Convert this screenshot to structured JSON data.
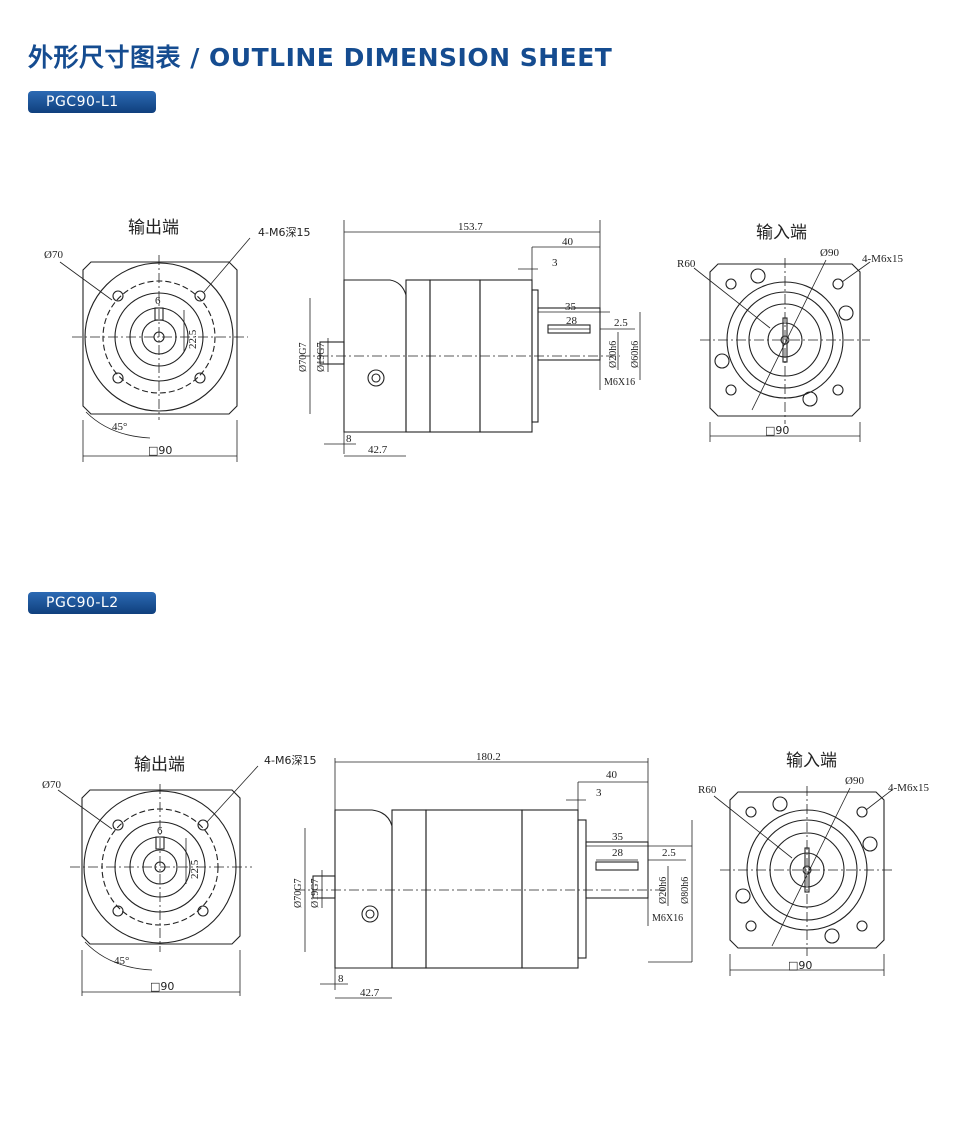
{
  "title": "外形尺寸图表 / OUTLINE DIMENSION SHEET",
  "models": [
    {
      "name": "PGC90-L1",
      "output_view": {
        "label": "输出端",
        "bolt_callout": "4-M6深15",
        "pcd": "Ø70",
        "keyway_width": "6",
        "key_height": "22.5",
        "angle": "45°",
        "flange_square": "□90"
      },
      "side_view": {
        "overall_length": "153.7",
        "input_length": "40",
        "input_offset": "3",
        "shaft_bore_depth": "35",
        "key_length": "28",
        "key_offset": "2.5",
        "output_spigot": "Ø70G7",
        "output_shaft": "Ø19G7",
        "input_bore": "Ø20h6",
        "input_spigot": "Ø60h6",
        "tap_thread": "M6X16",
        "flange_thickness": "8",
        "output_length": "42.7"
      },
      "input_view": {
        "label": "输入端",
        "radius": "R60",
        "pcd": "Ø90",
        "bolt_callout": "4-M6x15",
        "flange_square": "□90"
      }
    },
    {
      "name": "PGC90-L2",
      "output_view": {
        "label": "输出端",
        "bolt_callout": "4-M6深15",
        "pcd": "Ø70",
        "keyway_width": "6",
        "key_height": "22.5",
        "angle": "45°",
        "flange_square": "□90"
      },
      "side_view": {
        "overall_length": "180.2",
        "input_length": "40",
        "input_offset": "3",
        "shaft_bore_depth": "35",
        "key_length": "28",
        "key_offset": "2.5",
        "output_spigot": "Ø70G7",
        "output_shaft": "Ø19G7",
        "input_bore": "Ø20h6",
        "input_spigot": "Ø80h6",
        "tap_thread": "M6X16",
        "flange_thickness": "8",
        "output_length": "42.7"
      },
      "input_view": {
        "label": "输入端",
        "radius": "R60",
        "pcd": "Ø90",
        "bolt_callout": "4-M6x15",
        "flange_square": "□90"
      }
    }
  ],
  "colors": {
    "title": "#154c90",
    "badge": "#1a4f93",
    "line": "#222222"
  }
}
